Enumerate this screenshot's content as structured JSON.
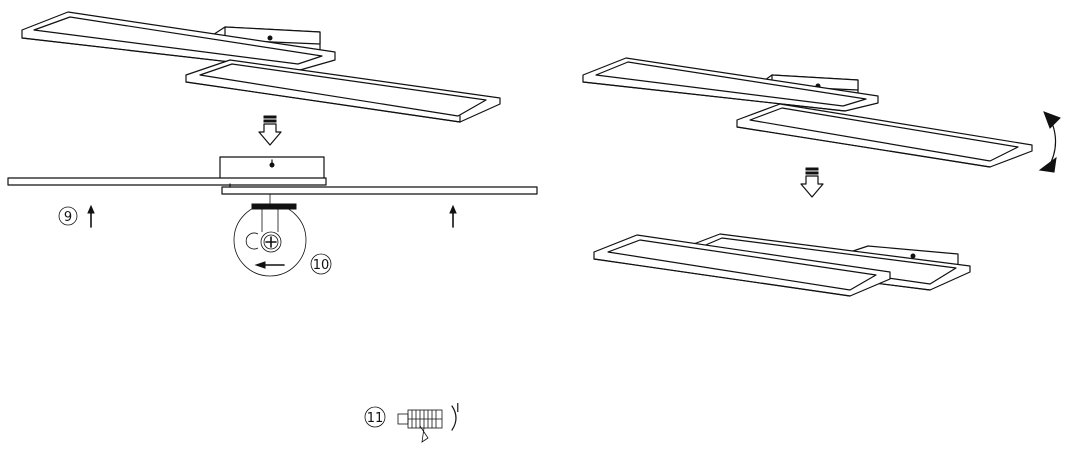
{
  "figure": {
    "background": "#ffffff",
    "line_color": "#111111",
    "steps": [
      {
        "label": "9",
        "description_icon": "push-up-arrow-icon"
      },
      {
        "label": "10",
        "description_icon": "slide-left-arrow-icon"
      },
      {
        "label": "11",
        "description_icon": "switch-on-icon"
      }
    ],
    "switch_symbol": "I"
  }
}
